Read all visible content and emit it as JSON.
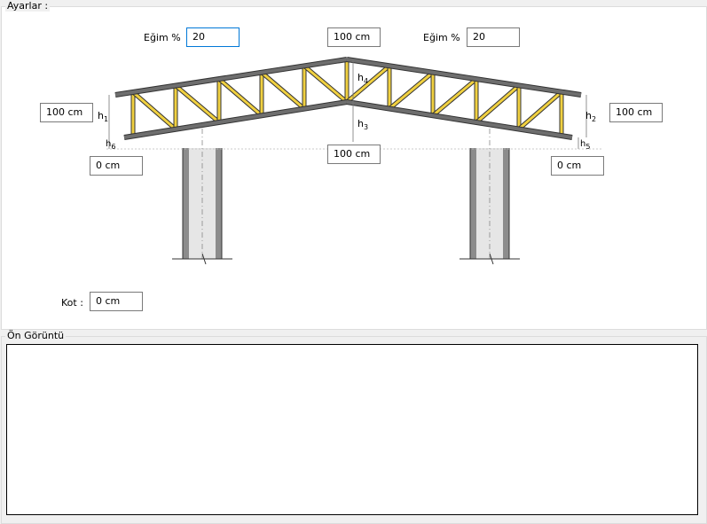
{
  "settings": {
    "title": "Ayarlar :",
    "slope_left_label": "Eğim %",
    "slope_left_value": "20",
    "slope_right_label": "Eğim %",
    "slope_right_value": "20",
    "h4_value": "100 cm",
    "h1_value": "100 cm",
    "h2_value": "100 cm",
    "h3_value": "100 cm",
    "h6_value": "0 cm",
    "h5_value": "0 cm",
    "kot_label": "Kot :",
    "kot_value": "0 cm",
    "labels": {
      "h1": "h1",
      "h2": "h2",
      "h3": "h3",
      "h4": "h4",
      "h5": "h5",
      "h6": "h6"
    }
  },
  "preview": {
    "title": "Ön Görüntü"
  },
  "colors": {
    "chord": "#6e6e6e",
    "web": "#f0d040",
    "column": "#8c8c8c"
  }
}
